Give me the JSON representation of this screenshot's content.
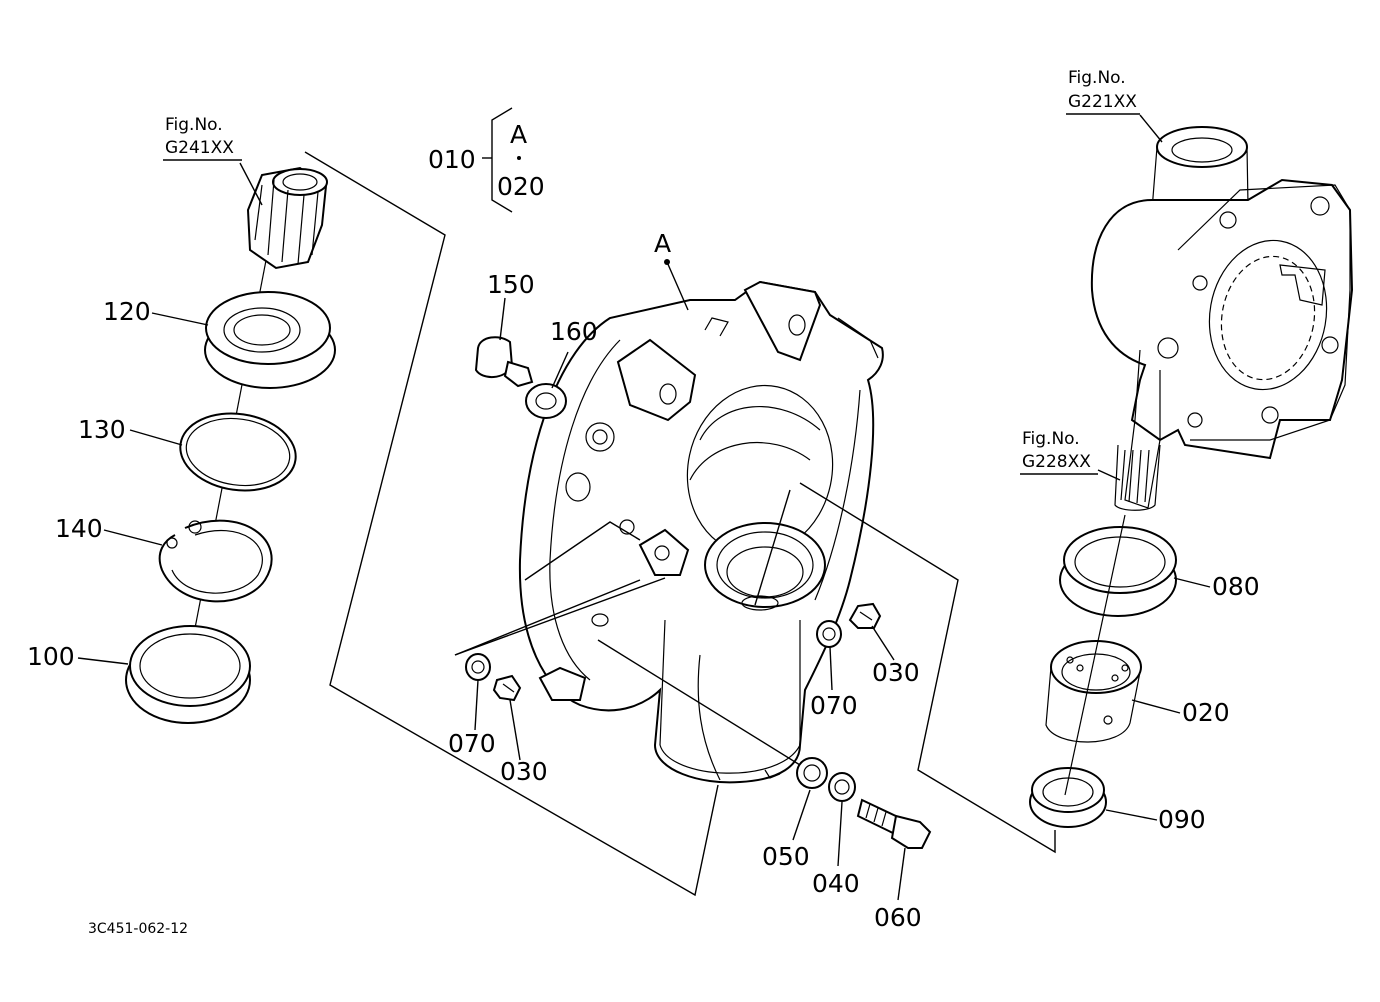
{
  "labels": {
    "p010": "010",
    "p020_top": "020",
    "p_a_top": "A",
    "p_a_main": "A",
    "p150": "150",
    "p160": "160",
    "p120": "120",
    "p130": "130",
    "p140": "140",
    "p100": "100",
    "p070_left": "070",
    "p030_left": "030",
    "p070_right": "070",
    "p030_right": "030",
    "p050": "050",
    "p040": "040",
    "p060": "060",
    "p080": "080",
    "p020": "020",
    "p090": "090"
  },
  "fig_refs": {
    "g241": {
      "line1": "Fig.No.",
      "line2": "G241XX"
    },
    "g221": {
      "line1": "Fig.No.",
      "line2": "G221XX"
    },
    "g228": {
      "line1": "Fig.No.",
      "line2": "G228XX"
    }
  },
  "doc_code": "3C451-062-12"
}
